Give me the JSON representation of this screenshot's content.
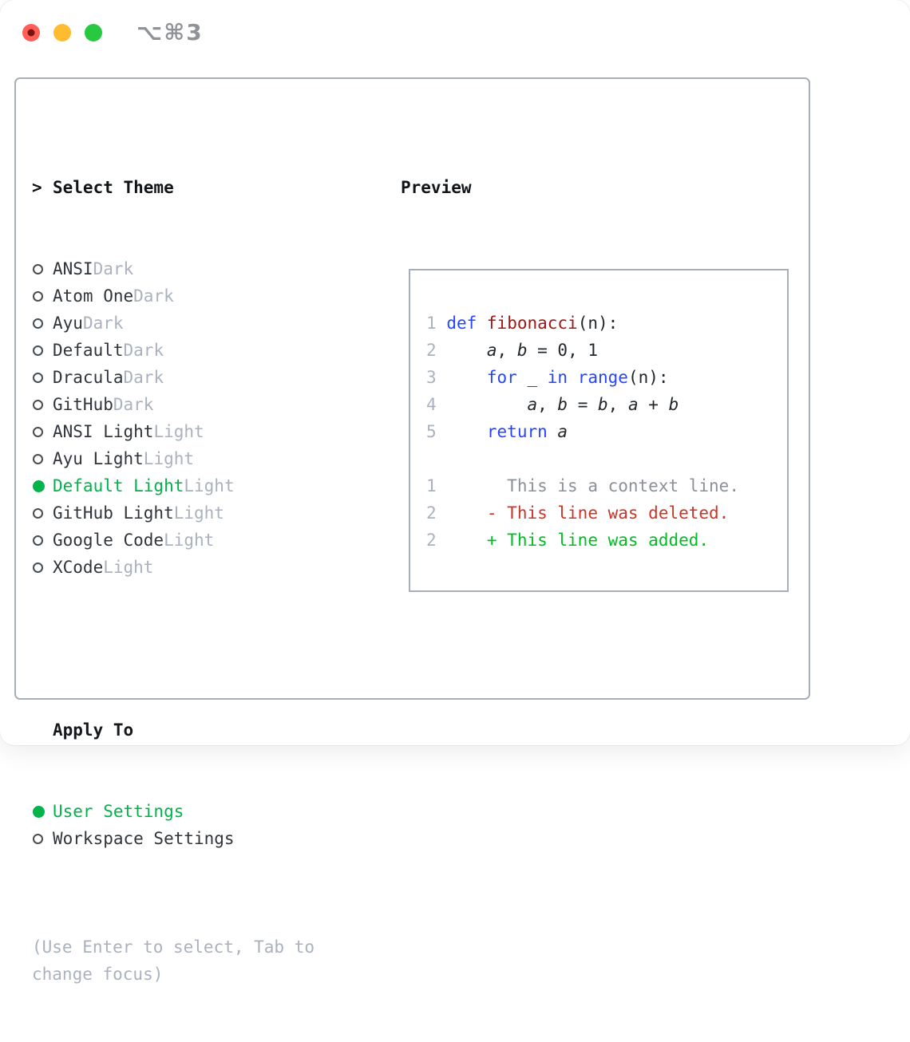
{
  "window": {
    "title": "⌥⌘3"
  },
  "traffic_lights": [
    {
      "name": "close-button",
      "color": "#ff5f57",
      "inner_dot": "#7a1310"
    },
    {
      "name": "minimize-button",
      "color": "#febc2e",
      "inner_dot": ""
    },
    {
      "name": "zoom-button",
      "color": "#28c840",
      "inner_dot": ""
    }
  ],
  "colors": {
    "green": "#00b34a",
    "keyword_blue": "#2745ff",
    "function_red": "#a31515",
    "deleted_red": "#c93527",
    "added_green": "#00bd23",
    "muted_gray": "#a9b2be",
    "border_gray": "#a6aeb9"
  },
  "theme_picker": {
    "prompt": ">",
    "title": "Select Theme",
    "items": [
      {
        "name": "ANSI",
        "tag": "Dark",
        "selected": false
      },
      {
        "name": "Atom One",
        "tag": "Dark",
        "selected": false
      },
      {
        "name": "Ayu",
        "tag": "Dark",
        "selected": false
      },
      {
        "name": "Default",
        "tag": "Dark",
        "selected": false
      },
      {
        "name": "Dracula",
        "tag": "Dark",
        "selected": false
      },
      {
        "name": "GitHub",
        "tag": "Dark",
        "selected": false
      },
      {
        "name": "ANSI Light",
        "tag": "Light",
        "selected": false
      },
      {
        "name": "Ayu Light",
        "tag": "Light",
        "selected": false
      },
      {
        "name": "Default Light",
        "tag": "Light",
        "selected": true
      },
      {
        "name": "GitHub Light",
        "tag": "Light",
        "selected": false
      },
      {
        "name": "Google Code",
        "tag": "Light",
        "selected": false
      },
      {
        "name": "XCode",
        "tag": "Light",
        "selected": false
      }
    ],
    "apply_to": {
      "title": "Apply To",
      "options": [
        {
          "label": "User Settings",
          "selected": true
        },
        {
          "label": "Workspace Settings",
          "selected": false
        }
      ]
    },
    "help": "(Use Enter to select, Tab to change focus)"
  },
  "preview": {
    "title": "Preview",
    "code_lines": [
      {
        "num": "1",
        "tokens": [
          {
            "s": "kw",
            "t": "def"
          },
          {
            "s": "pl",
            "t": " "
          },
          {
            "s": "fn",
            "t": "fibonacci"
          },
          {
            "s": "pl",
            "t": "(n):"
          }
        ]
      },
      {
        "num": "2",
        "tokens": [
          {
            "s": "pl",
            "t": "    "
          },
          {
            "s": "var",
            "t": "a"
          },
          {
            "s": "pl",
            "t": ", "
          },
          {
            "s": "var",
            "t": "b"
          },
          {
            "s": "pl",
            "t": " = 0, 1"
          }
        ]
      },
      {
        "num": "3",
        "tokens": [
          {
            "s": "pl",
            "t": "    "
          },
          {
            "s": "kw",
            "t": "for"
          },
          {
            "s": "pl",
            "t": " _ "
          },
          {
            "s": "kw",
            "t": "in"
          },
          {
            "s": "pl",
            "t": " "
          },
          {
            "s": "kw",
            "t": "range"
          },
          {
            "s": "pl",
            "t": "(n):"
          }
        ]
      },
      {
        "num": "4",
        "tokens": [
          {
            "s": "pl",
            "t": "        "
          },
          {
            "s": "var",
            "t": "a"
          },
          {
            "s": "pl",
            "t": ", "
          },
          {
            "s": "var",
            "t": "b"
          },
          {
            "s": "pl",
            "t": " = "
          },
          {
            "s": "var",
            "t": "b"
          },
          {
            "s": "pl",
            "t": ", "
          },
          {
            "s": "var",
            "t": "a"
          },
          {
            "s": "pl",
            "t": " + "
          },
          {
            "s": "var",
            "t": "b"
          }
        ]
      },
      {
        "num": "5",
        "tokens": [
          {
            "s": "pl",
            "t": "    "
          },
          {
            "s": "kw",
            "t": "return"
          },
          {
            "s": "pl",
            "t": " "
          },
          {
            "s": "var",
            "t": "a"
          }
        ]
      }
    ],
    "diff_lines": [
      {
        "num": "1",
        "tokens": [
          {
            "s": "ctx",
            "t": "      This is a context line."
          }
        ]
      },
      {
        "num": "2",
        "tokens": [
          {
            "s": "del",
            "t": "    - This line was deleted."
          }
        ]
      },
      {
        "num": "2",
        "tokens": [
          {
            "s": "add",
            "t": "    + This line was added."
          }
        ]
      }
    ]
  }
}
